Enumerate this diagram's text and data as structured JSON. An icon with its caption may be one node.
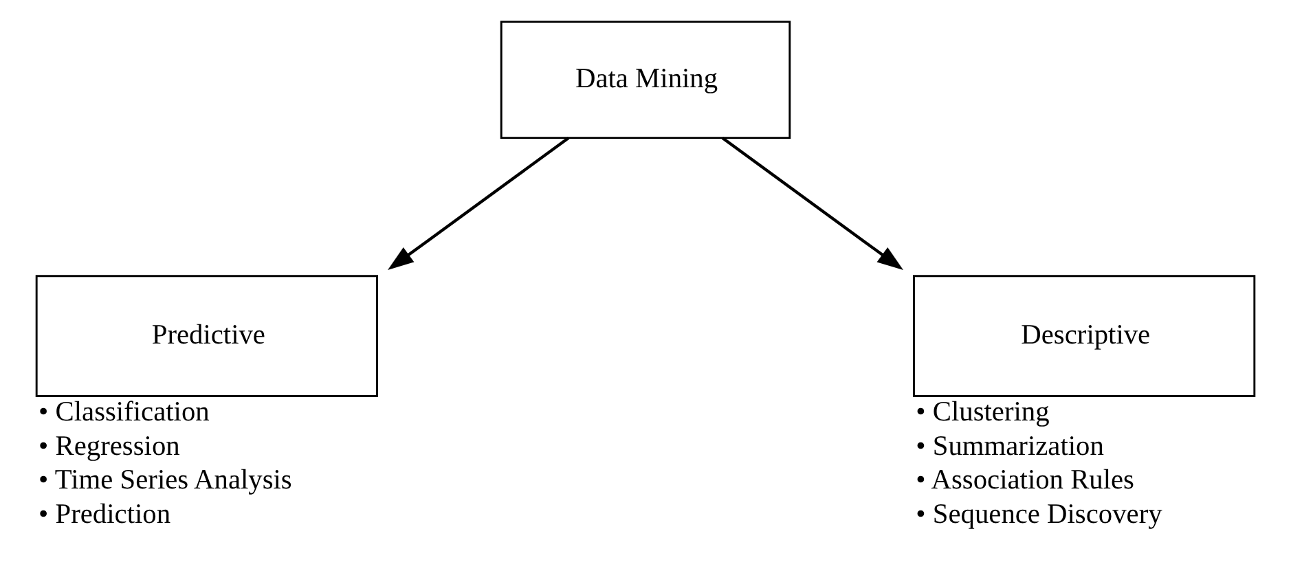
{
  "diagram": {
    "nodes": [
      {
        "text": [
          "Data Mining"
        ]
      },
      {
        "text": [
          "Predictive"
        ],
        "beside": [
          "• Classification",
          "• Regression",
          "• Time Series Analysis",
          "• Prediction"
        ]
      },
      {
        "text": [
          "Descriptive"
        ],
        "beside": [
          "• Clustering",
          "• Summarization",
          "• Association Rules",
          "• Sequence Discovery"
        ]
      }
    ],
    "edges": [
      {
        "from": 0,
        "to": 1,
        "arrow": "to"
      },
      {
        "from": 0,
        "to": 2,
        "arrow": "to"
      }
    ]
  }
}
